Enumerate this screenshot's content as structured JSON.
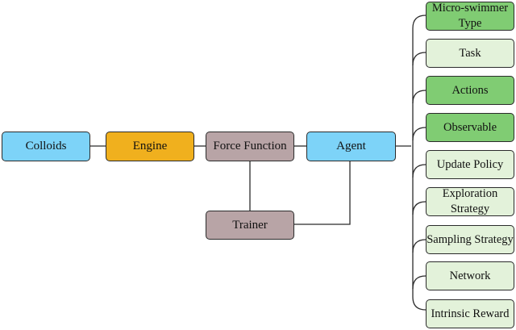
{
  "nodes": {
    "colloids": {
      "label": "Colloids",
      "color": "#7dd3f8"
    },
    "engine": {
      "label": "Engine",
      "color": "#f0b01e"
    },
    "force_function": {
      "label": "Force Function",
      "color": "#b8a4a6"
    },
    "agent": {
      "label": "Agent",
      "color": "#7dd3f8"
    },
    "trainer": {
      "label": "Trainer",
      "color": "#b8a4a6"
    }
  },
  "agent_components": [
    {
      "label": "Micro-swimmer Type",
      "color": "#80cc73"
    },
    {
      "label": "Task",
      "color": "#e3f2da"
    },
    {
      "label": "Actions",
      "color": "#80cc73"
    },
    {
      "label": "Observable",
      "color": "#80cc73"
    },
    {
      "label": "Update Policy",
      "color": "#e3f2da"
    },
    {
      "label": "Exploration Strategy",
      "color": "#e3f2da"
    },
    {
      "label": "Sampling Strategy",
      "color": "#e3f2da"
    },
    {
      "label": "Network",
      "color": "#e3f2da"
    },
    {
      "label": "Intrinsic Reward",
      "color": "#e3f2da"
    }
  ]
}
